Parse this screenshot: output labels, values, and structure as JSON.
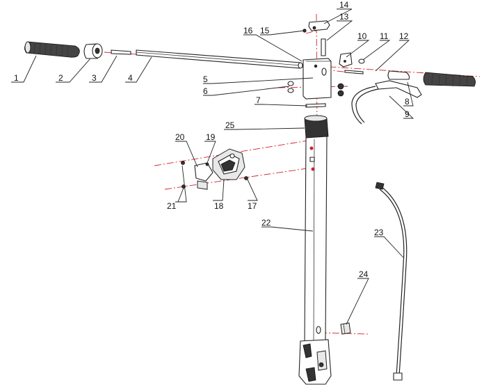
{
  "colors": {
    "line": "#222222",
    "axis": "#d0202a",
    "background": "#ffffff"
  },
  "part_labels": [
    "1",
    "2",
    "3",
    "4",
    "5",
    "6",
    "7",
    "8",
    "9",
    "10",
    "11",
    "12",
    "13",
    "14",
    "15",
    "16",
    "17",
    "18",
    "19",
    "20",
    "21",
    "22",
    "23",
    "24",
    "25"
  ]
}
